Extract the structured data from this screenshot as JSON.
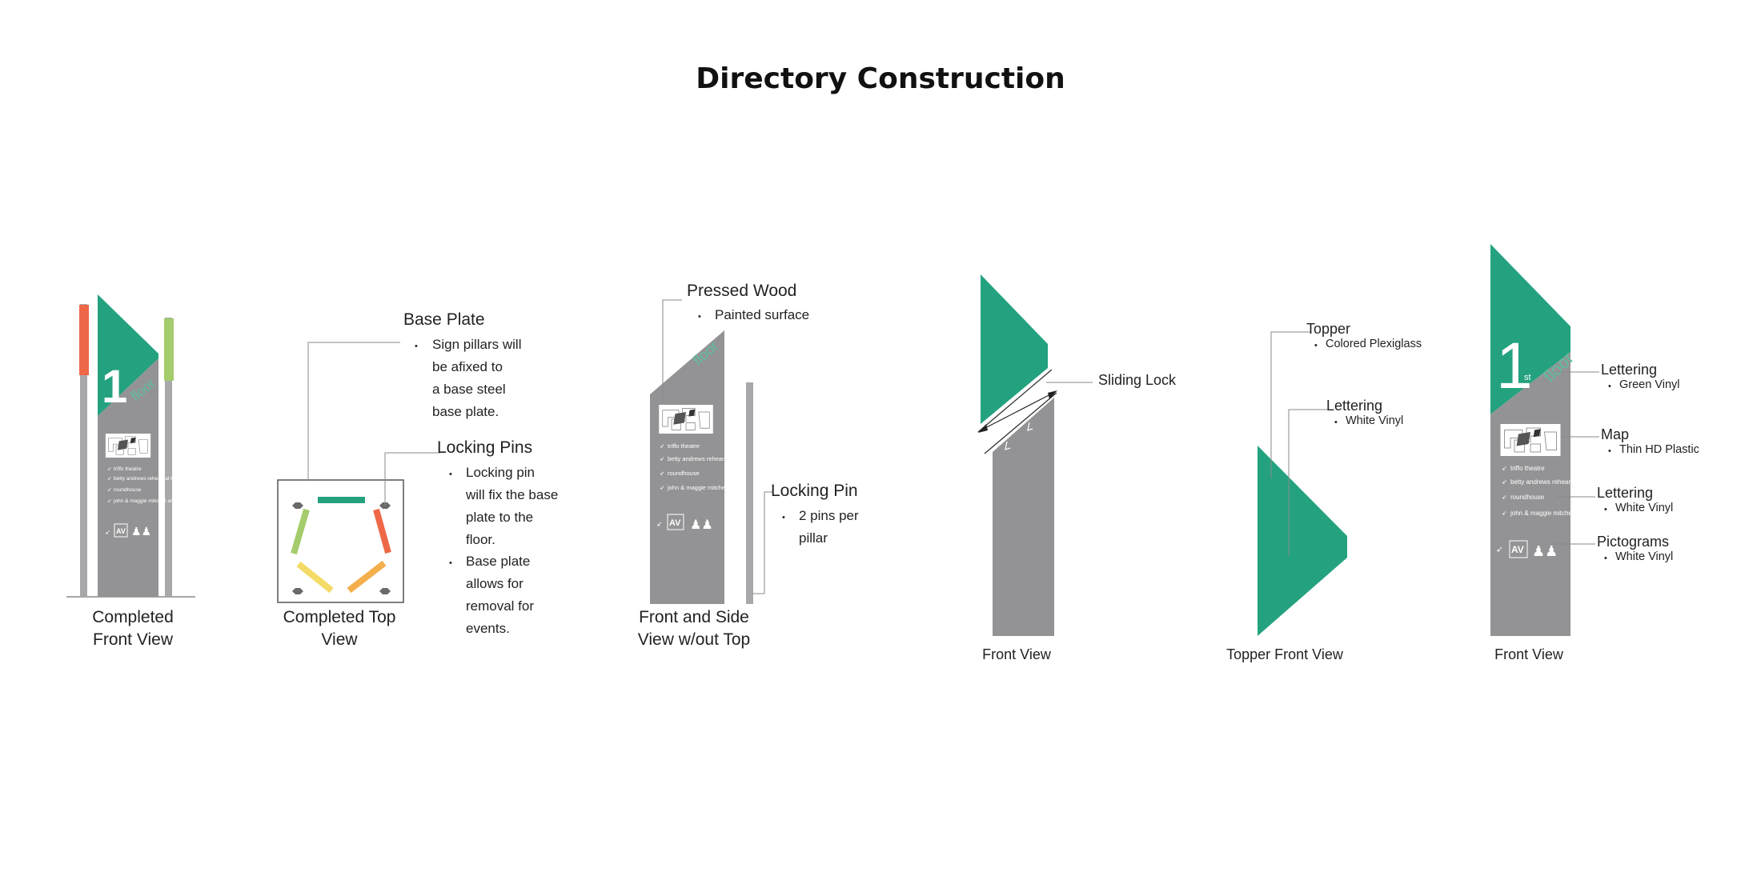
{
  "title": "Directory Construction",
  "colors": {
    "green": "#24A280",
    "gray": "#939395",
    "orange": "#EE6848",
    "lime": "#A4CC6C",
    "yellow": "#F4DA66",
    "amber": "#F4AE4C",
    "line": "#8A8A8A"
  },
  "sign": {
    "floor_number": "1",
    "floor_suffix": "st",
    "floor_word": "floor",
    "directory": [
      "triffo theatre",
      "betty andrews rehearsal hall",
      "roundhouse",
      "john & maggie mitchell art gallery"
    ],
    "pictogram_av": "AV"
  },
  "views": {
    "completed_front": {
      "caption": "Completed\nFront View"
    },
    "completed_top": {
      "caption": "Completed Top\nView"
    },
    "front_side": {
      "caption": "Front and Side\nView w/out Top"
    },
    "front_view_a": {
      "caption": "Front View"
    },
    "topper_front": {
      "caption": "Topper Front View"
    },
    "front_view_b": {
      "caption": "Front View"
    }
  },
  "annotations": {
    "base_plate": {
      "heading": "Base Plate",
      "lines": [
        "Sign pillars will",
        "be afixed to",
        "a base steel",
        "base plate."
      ]
    },
    "locking_pins": {
      "heading": "Locking Pins",
      "items": [
        {
          "lines": [
            "Locking pin",
            "will fix the base",
            "plate to the",
            "floor."
          ]
        },
        {
          "lines": [
            "Base plate",
            "allows for",
            "removal for",
            "events."
          ]
        }
      ]
    },
    "pressed_wood": {
      "heading": "Pressed Wood",
      "bullet": "Painted surface"
    },
    "locking_pin": {
      "heading": "Locking Pin",
      "lines": [
        "2 pins per",
        "pillar"
      ]
    },
    "sliding_lock": {
      "heading": "Sliding Lock"
    },
    "topper": {
      "heading": "Topper",
      "bullet": "Colored Plexiglass"
    },
    "topper_lettering": {
      "heading": "Lettering",
      "bullet": "White Vinyl"
    },
    "lettering_green": {
      "heading": "Lettering",
      "bullet": "Green Vinyl"
    },
    "map": {
      "heading": "Map",
      "bullet": "Thin HD Plastic"
    },
    "lettering_white": {
      "heading": "Lettering",
      "bullet": "White Vinyl"
    },
    "pictograms": {
      "heading": "Pictograms",
      "bullet": "White Vinyl"
    }
  }
}
